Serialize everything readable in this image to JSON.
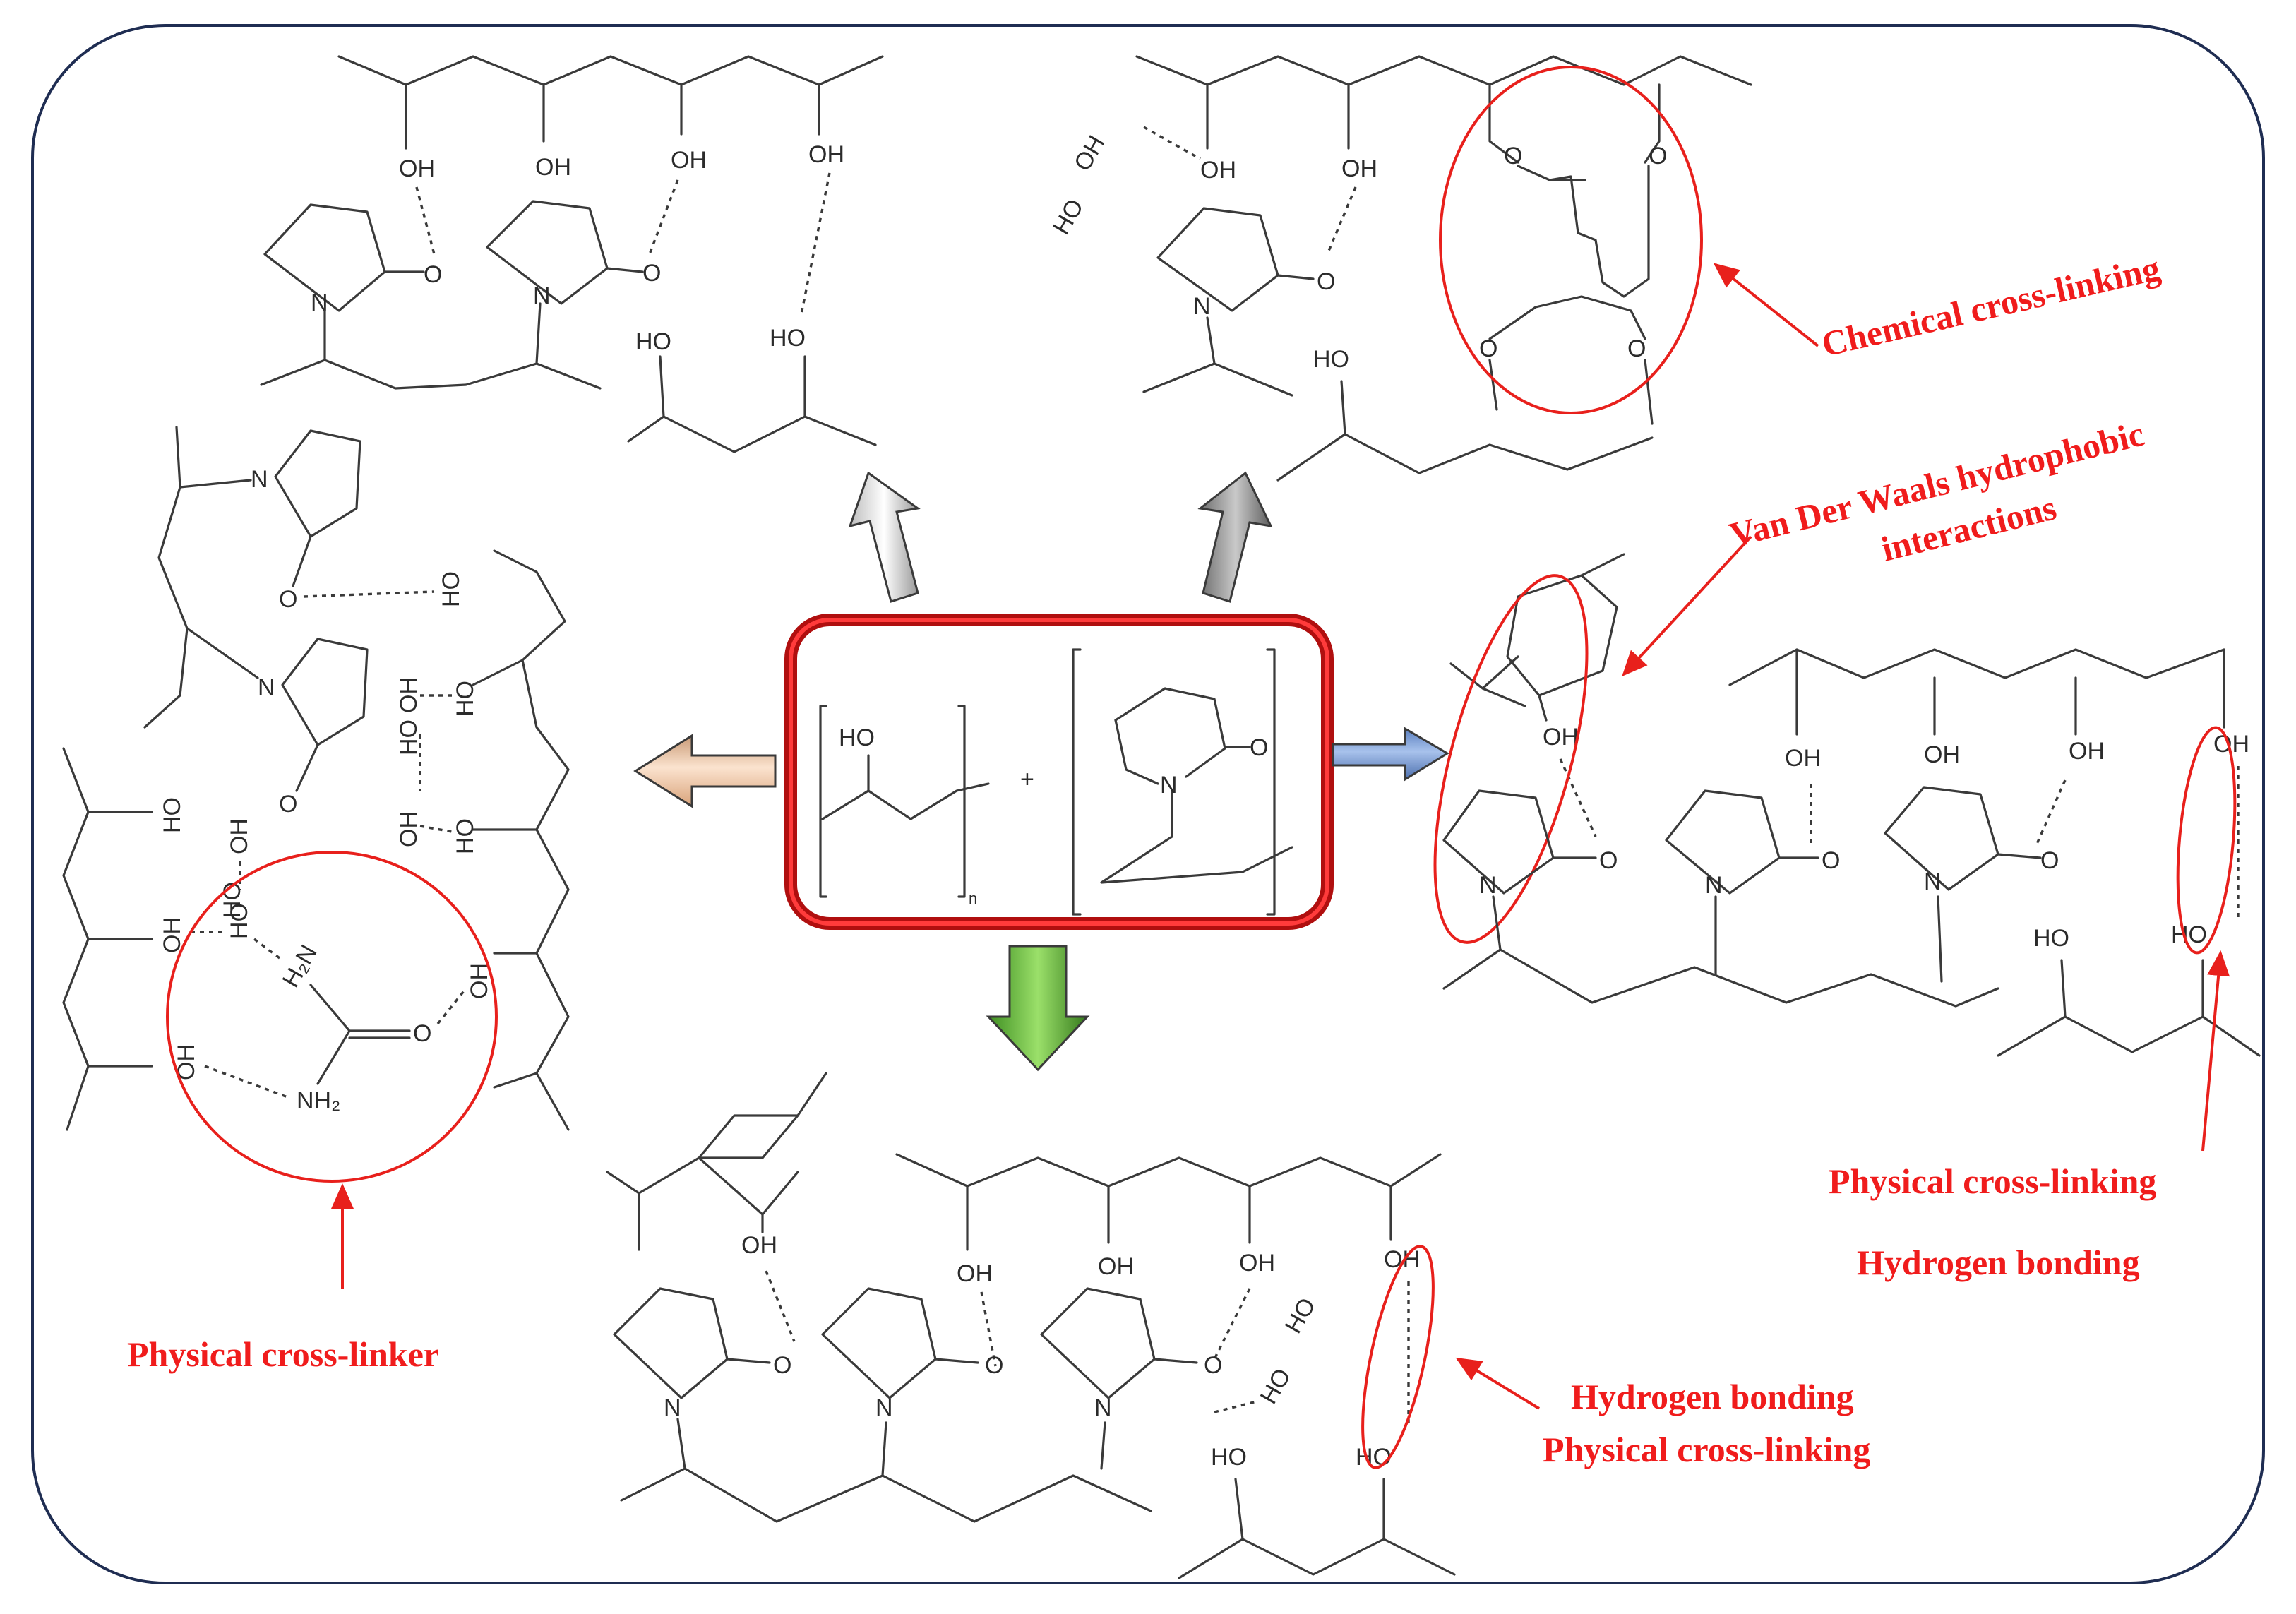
{
  "atoms": {
    "hydroxyl": "OH",
    "hydroxyl_rev": "HO",
    "oxygen": "O",
    "nitrogen": "N",
    "plus": "+",
    "subscript_n": "n",
    "amine_top": "H₂N",
    "amine_bottom": "NH₂"
  },
  "labels": {
    "chemical_crosslinking": "Chemical cross-linking",
    "van_der_waals_line1": "Van Der Waals hydrophobic",
    "van_der_waals_line2": "interactions",
    "physical_crosslinker": "Physical cross-linker",
    "right_physical": "Physical cross-linking",
    "right_hbond": "Hydrogen bonding",
    "bottom_hbond": "Hydrogen bonding",
    "bottom_physical": "Physical cross-linking"
  },
  "colors": {
    "frame_border": "#1f2d52",
    "center_box": "#d81414",
    "annotation": "#f01c1c",
    "arrow_up_left": "#e6e6e6",
    "arrow_up_right": "#8c8c8c",
    "arrow_left": "#f0c8a8",
    "arrow_right": "#7c9fd6",
    "arrow_down": "#63b83a"
  },
  "icons": [
    "arrow-up-left-icon",
    "arrow-up-right-icon",
    "arrow-left-icon",
    "arrow-right-icon",
    "arrow-down-icon"
  ]
}
